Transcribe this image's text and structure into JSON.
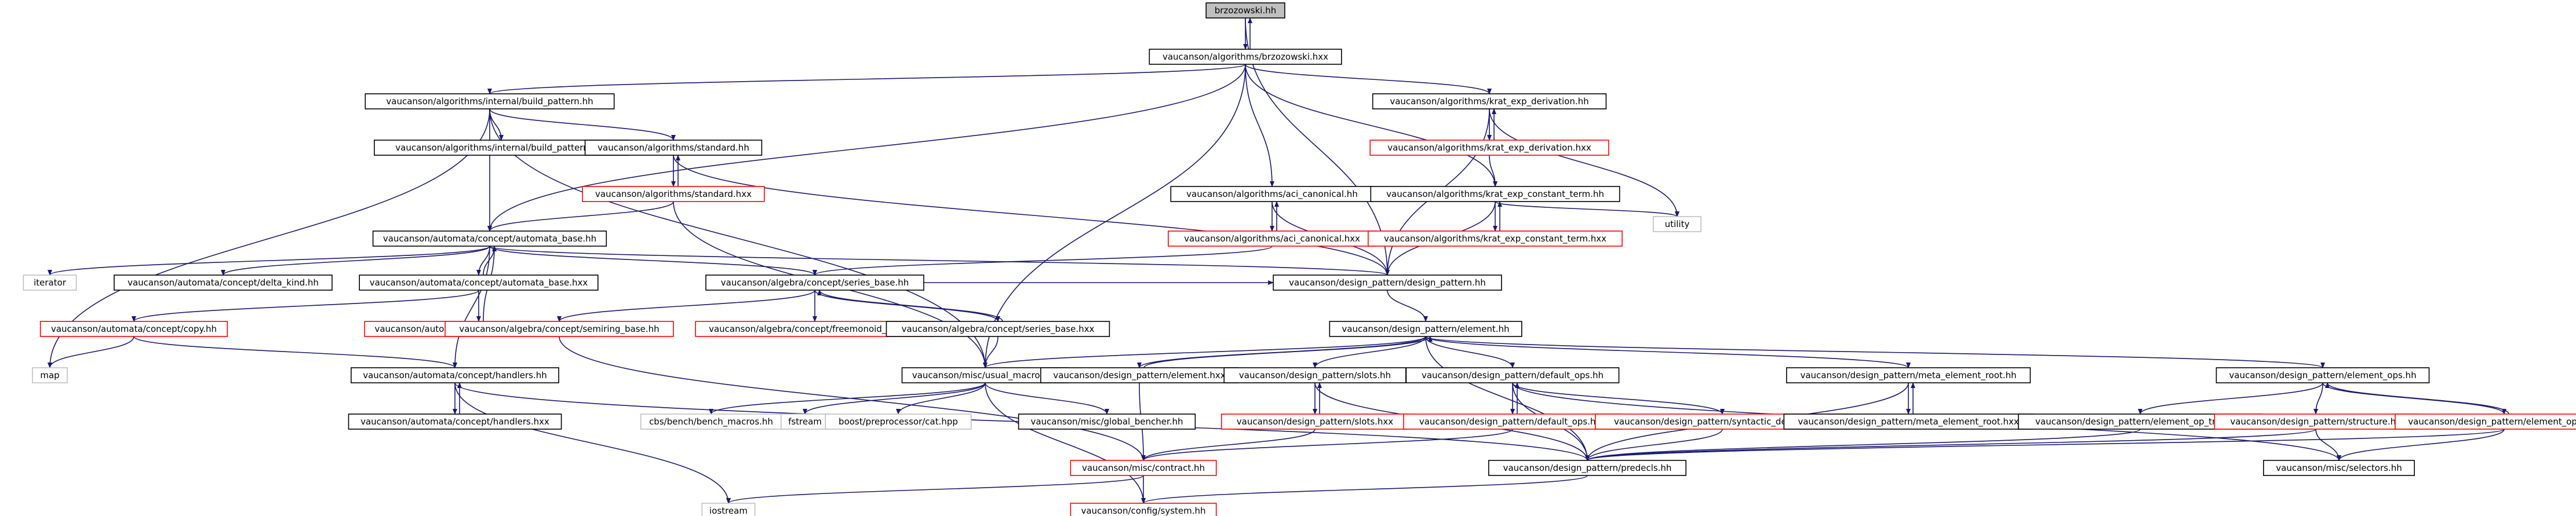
{
  "colors": {
    "background": "#ffffff",
    "node_border": "#000000",
    "node_border_missing": "#ff0000",
    "node_border_external": "#bfbfbf",
    "root_fill": "#bfbfbf",
    "edge": "#191970",
    "text": "#000000"
  },
  "nodes": [
    {
      "id": "n0",
      "label": "brzozowski.hh",
      "kind": "root"
    },
    {
      "id": "n1",
      "label": "vaucanson/algorithms/brzozowski.hxx",
      "kind": "normal"
    },
    {
      "id": "n2",
      "label": "vaucanson/algorithms/internal/build_pattern.hh",
      "kind": "normal"
    },
    {
      "id": "n3",
      "label": "vaucanson/algorithms/krat_exp_derivation.hh",
      "kind": "normal"
    },
    {
      "id": "n4",
      "label": "vaucanson/algorithms/krat_exp_derivation.hxx",
      "kind": "missing"
    },
    {
      "id": "n5",
      "label": "vaucanson/algorithms/internal/build_pattern.hxx",
      "kind": "normal"
    },
    {
      "id": "n6",
      "label": "vaucanson/algorithms/standard.hh",
      "kind": "normal"
    },
    {
      "id": "n7",
      "label": "vaucanson/algorithms/standard.hxx",
      "kind": "missing"
    },
    {
      "id": "n8",
      "label": "vaucanson/algorithms/aci_canonical.hh",
      "kind": "normal"
    },
    {
      "id": "n9",
      "label": "vaucanson/algorithms/aci_canonical.hxx",
      "kind": "missing"
    },
    {
      "id": "n10",
      "label": "vaucanson/algorithms/krat_exp_constant_term.hh",
      "kind": "normal"
    },
    {
      "id": "n11",
      "label": "vaucanson/algorithms/krat_exp_constant_term.hxx",
      "kind": "missing"
    },
    {
      "id": "n12",
      "label": "utility",
      "kind": "external"
    },
    {
      "id": "n13",
      "label": "vaucanson/automata/concept/automata_base.hh",
      "kind": "normal"
    },
    {
      "id": "n14",
      "label": "iterator",
      "kind": "external"
    },
    {
      "id": "n15",
      "label": "vaucanson/automata/concept/delta_kind.hh",
      "kind": "normal"
    },
    {
      "id": "n16",
      "label": "vaucanson/automata/concept/automata_base.hxx",
      "kind": "normal"
    },
    {
      "id": "n17",
      "label": "vaucanson/algebra/concept/series_base.hh",
      "kind": "normal"
    },
    {
      "id": "n18",
      "label": "vaucanson/design_pattern/design_pattern.hh",
      "kind": "normal"
    },
    {
      "id": "n19",
      "label": "vaucanson/automata/concept/copy.hh",
      "kind": "missing"
    },
    {
      "id": "n20",
      "label": "vaucanson/automata/concept/automata_ops.hh",
      "kind": "missing"
    },
    {
      "id": "n21",
      "label": "vaucanson/algebra/concept/semiring_base.hh",
      "kind": "missing"
    },
    {
      "id": "n22",
      "label": "vaucanson/algebra/concept/freemonoid_base.hh",
      "kind": "missing"
    },
    {
      "id": "n23",
      "label": "vaucanson/algebra/concept/series_base.hxx",
      "kind": "normal"
    },
    {
      "id": "n24",
      "label": "vaucanson/design_pattern/element.hh",
      "kind": "normal"
    },
    {
      "id": "n25",
      "label": "map",
      "kind": "external"
    },
    {
      "id": "n26",
      "label": "vaucanson/automata/concept/handlers.hh",
      "kind": "normal"
    },
    {
      "id": "n27",
      "label": "vaucanson/misc/usual_macros.hh",
      "kind": "normal"
    },
    {
      "id": "n28",
      "label": "vaucanson/design_pattern/element.hxx",
      "kind": "normal"
    },
    {
      "id": "n29",
      "label": "vaucanson/design_pattern/slots.hh",
      "kind": "normal"
    },
    {
      "id": "n30",
      "label": "vaucanson/design_pattern/default_ops.hh",
      "kind": "normal"
    },
    {
      "id": "n31",
      "label": "vaucanson/design_pattern/meta_element_root.hh",
      "kind": "normal"
    },
    {
      "id": "n32",
      "label": "vaucanson/design_pattern/element_ops.hh",
      "kind": "normal"
    },
    {
      "id": "n33",
      "label": "vaucanson/automata/concept/handlers.hxx",
      "kind": "normal"
    },
    {
      "id": "n34",
      "label": "cbs/bench/bench_macros.hh",
      "kind": "external"
    },
    {
      "id": "n35",
      "label": "fstream",
      "kind": "external"
    },
    {
      "id": "n36",
      "label": "boost/preprocessor/cat.hpp",
      "kind": "external"
    },
    {
      "id": "n37",
      "label": "vaucanson/misc/global_bencher.hh",
      "kind": "normal"
    },
    {
      "id": "n38",
      "label": "vaucanson/design_pattern/slots.hxx",
      "kind": "missing"
    },
    {
      "id": "n39",
      "label": "vaucanson/design_pattern/default_ops.hxx",
      "kind": "missing"
    },
    {
      "id": "n40",
      "label": "vaucanson/design_pattern/syntactic_decorator.hh",
      "kind": "missing"
    },
    {
      "id": "n41",
      "label": "vaucanson/design_pattern/meta_element_root.hxx",
      "kind": "normal"
    },
    {
      "id": "n42",
      "label": "vaucanson/design_pattern/element_op_traits.hh",
      "kind": "normal"
    },
    {
      "id": "n43",
      "label": "vaucanson/design_pattern/structure.hh",
      "kind": "missing"
    },
    {
      "id": "n44",
      "label": "vaucanson/design_pattern/element_ops.hxx",
      "kind": "missing"
    },
    {
      "id": "n45",
      "label": "vaucanson/misc/contract.hh",
      "kind": "missing"
    },
    {
      "id": "n46",
      "label": "vaucanson/design_pattern/predecls.hh",
      "kind": "normal"
    },
    {
      "id": "n47",
      "label": "vaucanson/misc/selectors.hh",
      "kind": "normal"
    },
    {
      "id": "n48",
      "label": "iostream",
      "kind": "external"
    },
    {
      "id": "n49",
      "label": "vaucanson/config/system.hh",
      "kind": "missing"
    }
  ],
  "edges": [
    [
      "n0",
      "n1"
    ],
    [
      "n1",
      "n0"
    ],
    [
      "n0",
      "n18"
    ],
    [
      "n1",
      "n2"
    ],
    [
      "n1",
      "n3"
    ],
    [
      "n1",
      "n8"
    ],
    [
      "n1",
      "n10"
    ],
    [
      "n1",
      "n13"
    ],
    [
      "n1",
      "n27"
    ],
    [
      "n2",
      "n5"
    ],
    [
      "n2",
      "n6"
    ],
    [
      "n2",
      "n13"
    ],
    [
      "n2",
      "n25"
    ],
    [
      "n2",
      "n27"
    ],
    [
      "n3",
      "n4"
    ],
    [
      "n4",
      "n3"
    ],
    [
      "n3",
      "n12"
    ],
    [
      "n3",
      "n18"
    ],
    [
      "n4",
      "n10"
    ],
    [
      "n6",
      "n7"
    ],
    [
      "n7",
      "n6"
    ],
    [
      "n6",
      "n18"
    ],
    [
      "n7",
      "n13"
    ],
    [
      "n7",
      "n27"
    ],
    [
      "n8",
      "n9"
    ],
    [
      "n9",
      "n8"
    ],
    [
      "n8",
      "n18"
    ],
    [
      "n9",
      "n17"
    ],
    [
      "n10",
      "n11"
    ],
    [
      "n11",
      "n10"
    ],
    [
      "n10",
      "n12"
    ],
    [
      "n10",
      "n18"
    ],
    [
      "n13",
      "n14"
    ],
    [
      "n13",
      "n15"
    ],
    [
      "n13",
      "n16"
    ],
    [
      "n16",
      "n13"
    ],
    [
      "n13",
      "n17"
    ],
    [
      "n13",
      "n18"
    ],
    [
      "n13",
      "n26"
    ],
    [
      "n16",
      "n19"
    ],
    [
      "n16",
      "n20"
    ],
    [
      "n20",
      "n13"
    ],
    [
      "n17",
      "n21"
    ],
    [
      "n17",
      "n22"
    ],
    [
      "n17",
      "n23"
    ],
    [
      "n23",
      "n17"
    ],
    [
      "n17",
      "n18"
    ],
    [
      "n23",
      "n27"
    ],
    [
      "n18",
      "n24"
    ],
    [
      "n19",
      "n25"
    ],
    [
      "n19",
      "n26"
    ],
    [
      "n21",
      "n45"
    ],
    [
      "n24",
      "n27"
    ],
    [
      "n24",
      "n28"
    ],
    [
      "n28",
      "n24"
    ],
    [
      "n24",
      "n29"
    ],
    [
      "n24",
      "n30"
    ],
    [
      "n24",
      "n31"
    ],
    [
      "n24",
      "n32"
    ],
    [
      "n24",
      "n46"
    ],
    [
      "n26",
      "n33"
    ],
    [
      "n33",
      "n26"
    ],
    [
      "n26",
      "n46"
    ],
    [
      "n26",
      "n48"
    ],
    [
      "n27",
      "n34"
    ],
    [
      "n27",
      "n35"
    ],
    [
      "n27",
      "n36"
    ],
    [
      "n27",
      "n37"
    ],
    [
      "n27",
      "n49"
    ],
    [
      "n28",
      "n45"
    ],
    [
      "n29",
      "n38"
    ],
    [
      "n38",
      "n29"
    ],
    [
      "n29",
      "n46"
    ],
    [
      "n38",
      "n45"
    ],
    [
      "n30",
      "n39"
    ],
    [
      "n39",
      "n30"
    ],
    [
      "n30",
      "n40"
    ],
    [
      "n30",
      "n46"
    ],
    [
      "n30",
      "n47"
    ],
    [
      "n39",
      "n45"
    ],
    [
      "n31",
      "n41"
    ],
    [
      "n41",
      "n31"
    ],
    [
      "n31",
      "n46"
    ],
    [
      "n32",
      "n42"
    ],
    [
      "n32",
      "n43"
    ],
    [
      "n32",
      "n44"
    ],
    [
      "n44",
      "n32"
    ],
    [
      "n40",
      "n46"
    ],
    [
      "n42",
      "n46"
    ],
    [
      "n43",
      "n46"
    ],
    [
      "n43",
      "n47"
    ],
    [
      "n44",
      "n46"
    ],
    [
      "n44",
      "n47"
    ],
    [
      "n45",
      "n48"
    ],
    [
      "n45",
      "n49"
    ],
    [
      "n46",
      "n49"
    ]
  ]
}
